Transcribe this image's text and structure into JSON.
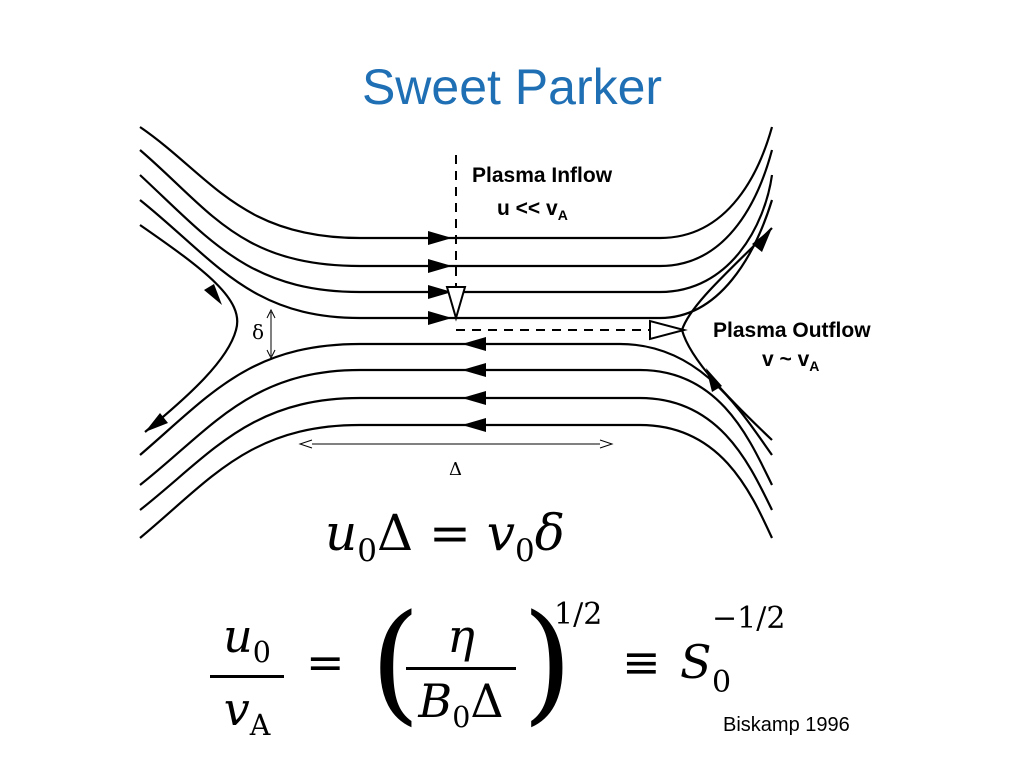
{
  "slide": {
    "title": "Sweet Parker",
    "title_color": "#1f6fb5",
    "citation": "Biskamp 1996"
  },
  "diagram": {
    "labels": {
      "inflow_line1": "Plasma Inflow",
      "inflow_line2_main": "u << v",
      "inflow_line2_sub": "A",
      "outflow_line1": "Plasma Outflow",
      "outflow_line2_main": "v ~ v",
      "outflow_line2_sub": "A",
      "delta_small": "δ",
      "delta_large": "Δ"
    }
  },
  "equations": {
    "continuity": {
      "lhs_var": "u",
      "lhs_sub": "0",
      "lhs_delta": "Δ",
      "equals": "=",
      "rhs_var": "v",
      "rhs_sub": "0",
      "rhs_delta": "δ"
    },
    "scaling": {
      "num_var": "u",
      "num_sub": "0",
      "den_var": "v",
      "den_sub": "A",
      "equals": "=",
      "inner_num": "η",
      "inner_den_var": "B",
      "inner_den_sub": "0",
      "inner_den_delta": "Δ",
      "exponent": "1/2",
      "equiv": "≡",
      "s_var": "S",
      "s_sub": "0",
      "s_exp": "−1/2"
    }
  }
}
